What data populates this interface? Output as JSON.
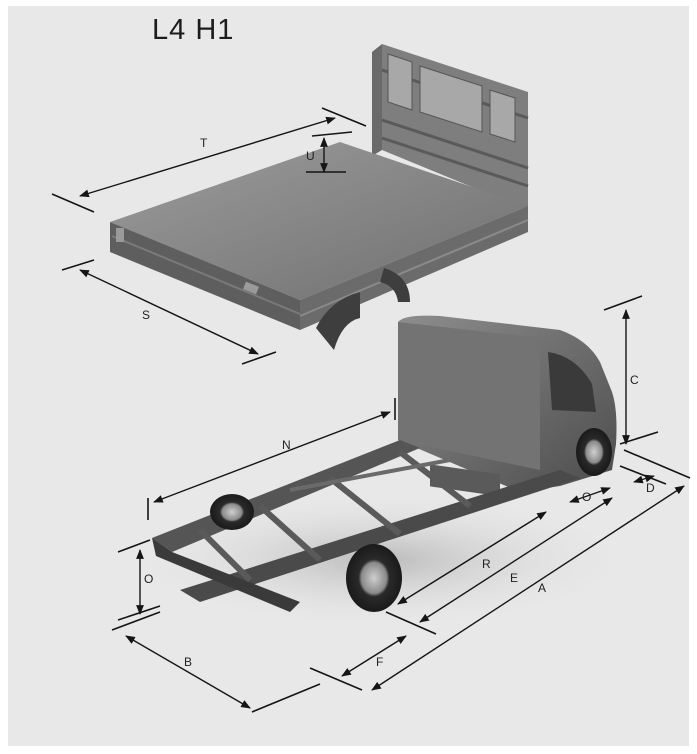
{
  "title": "L4 H1",
  "dimensions": {
    "T": "T",
    "U": "U",
    "S": "S",
    "C": "C",
    "N": "N",
    "D": "D",
    "O_front": "O",
    "O_rear": "O",
    "R": "R",
    "E": "E",
    "A": "A",
    "B": "B",
    "F": "F"
  },
  "colors": {
    "background": "#e8e8e8",
    "line": "#151515",
    "metal_dark": "#4a4a4a",
    "metal_mid": "#8a8a8a",
    "metal_light": "#b9b9b9"
  }
}
